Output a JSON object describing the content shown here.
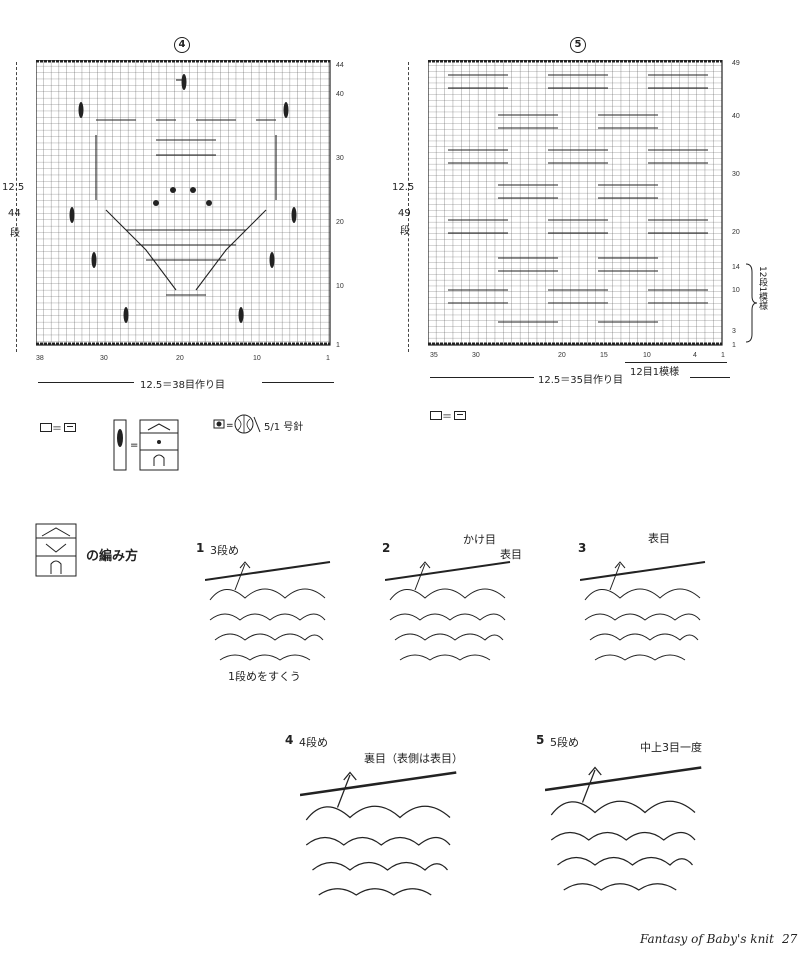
{
  "chart4": {
    "number": "4",
    "height_label": "12.5",
    "rows_label": "44",
    "dan": "段",
    "top_right_label": "44",
    "row_labels": [
      "40",
      "30",
      "20",
      "10",
      "1"
    ],
    "col_labels": [
      "38",
      "30",
      "20",
      "10",
      "1"
    ],
    "width_caption": "12.5＝38目作り目"
  },
  "chart5": {
    "number": "5",
    "height_label": "12.5",
    "rows_label": "49",
    "dan": "段",
    "top_right_label": "49",
    "row_labels": [
      "40",
      "30",
      "20",
      "14",
      "10",
      "3",
      "1"
    ],
    "col_labels": [
      "35",
      "30",
      "20",
      "15",
      "10",
      "4",
      "1"
    ],
    "width_caption": "12.5＝35目作り目",
    "repeat_caption": "12目1模様",
    "side_caption": "12段1模様"
  },
  "legend": {
    "blank_eq": "＝",
    "symbol_eq": "＝",
    "bobble_text": "5/1 号針"
  },
  "howto": {
    "title": "の編み方",
    "steps": [
      {
        "num": "1",
        "label": "3段め",
        "note": "1段めをすくう"
      },
      {
        "num": "2",
        "label": "",
        "note_a": "かけ目",
        "note_b": "表目"
      },
      {
        "num": "3",
        "label": "",
        "note": "表目"
      },
      {
        "num": "4",
        "label": "4段め",
        "note": "裏目（表側は表目）"
      },
      {
        "num": "5",
        "label": "5段め",
        "note": "中上3目一度"
      }
    ]
  },
  "footer": {
    "text": "Fantasy of Baby's knit",
    "page": "27"
  }
}
